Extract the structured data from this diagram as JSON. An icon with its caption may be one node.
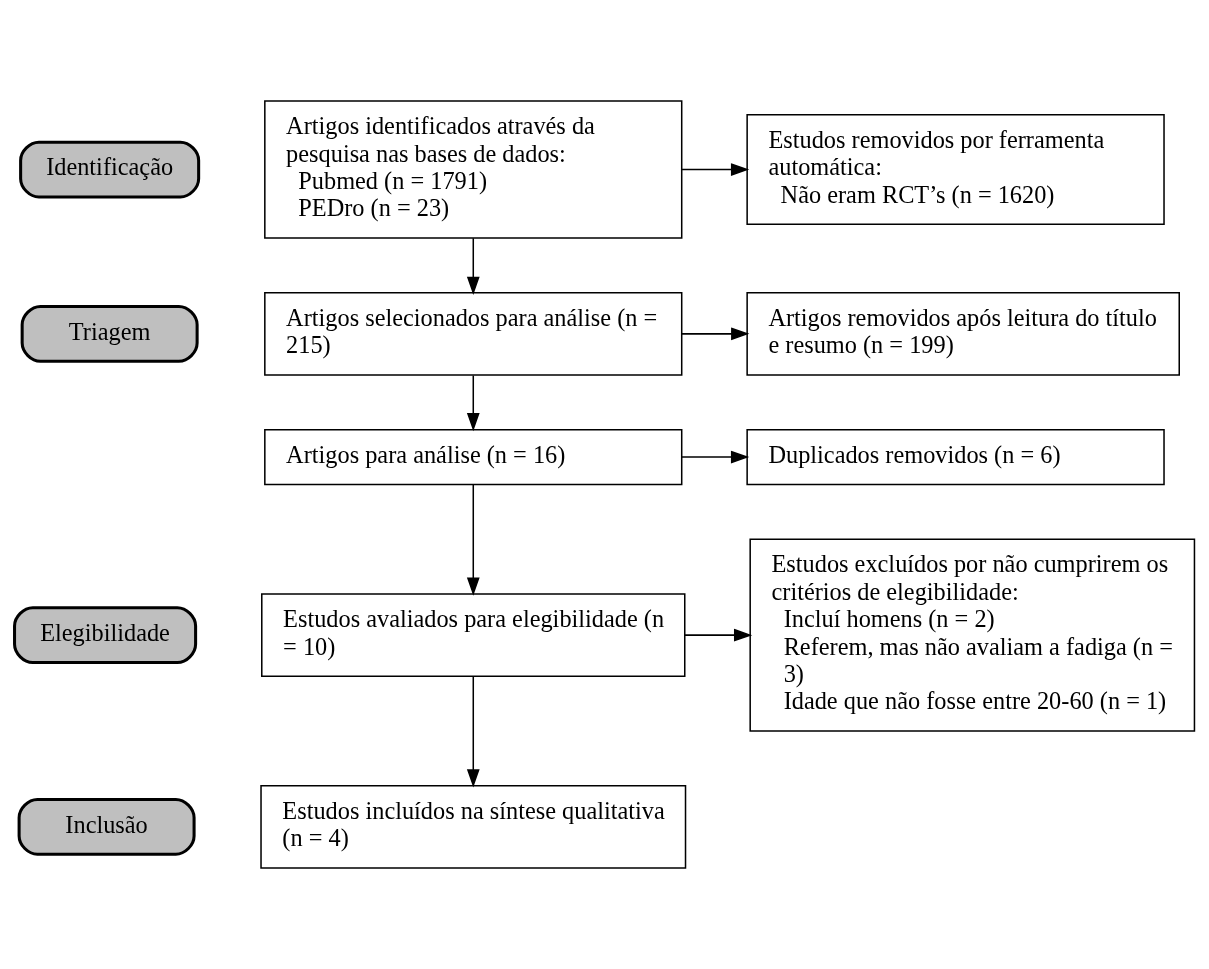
{
  "diagram": {
    "nodes": [
      {
        "text": [
          "Identificação"
        ]
      },
      {
        "text": [
          "Triagem"
        ]
      },
      {
        "text": [
          "Elegibilidade"
        ]
      },
      {
        "text": [
          "Inclusão"
        ]
      },
      {
        "text": [
          "Artigos identificados através da pesquisa nas bases de dados:",
          "Pubmed (n = 1791)",
          "PEDro (n = 23)"
        ]
      },
      {
        "text": [
          "Estudos removidos por ferramenta automática:",
          "Não eram RCT’s (n = 1620)"
        ]
      },
      {
        "text": [
          "Artigos selecionados para análise (n = 215)"
        ]
      },
      {
        "text": [
          "Artigos removidos após leitura do título e resumo (n = 199)"
        ]
      },
      {
        "text": [
          "Artigos para análise (n = 16)"
        ]
      },
      {
        "text": [
          "Duplicados removidos (n = 6)"
        ]
      },
      {
        "text": [
          "Estudos avaliados para elegibilidade (n = 10)"
        ]
      },
      {
        "text": [
          "Estudos excluídos por não cumprirem os critérios de elegibilidade:",
          "Incluí homens (n = 2)",
          "Referem, mas não avaliam a fadiga (n = 3)",
          "Idade que não fosse entre 20-60 (n = 1)"
        ]
      },
      {
        "text": [
          "Estudos incluídos na síntese qualitativa (n = 4)"
        ]
      }
    ],
    "edges": [
      {
        "from": 4,
        "to": 5,
        "arrow": "to"
      },
      {
        "from": 4,
        "to": 6,
        "arrow": "to"
      },
      {
        "from": 6,
        "to": 7,
        "arrow": "to"
      },
      {
        "from": 6,
        "to": 8,
        "arrow": "to"
      },
      {
        "from": 8,
        "to": 9,
        "arrow": "to"
      },
      {
        "from": 8,
        "to": 10,
        "arrow": "to"
      },
      {
        "from": 10,
        "to": 11,
        "arrow": "to"
      },
      {
        "from": 10,
        "to": 12,
        "arrow": "to"
      }
    ]
  }
}
